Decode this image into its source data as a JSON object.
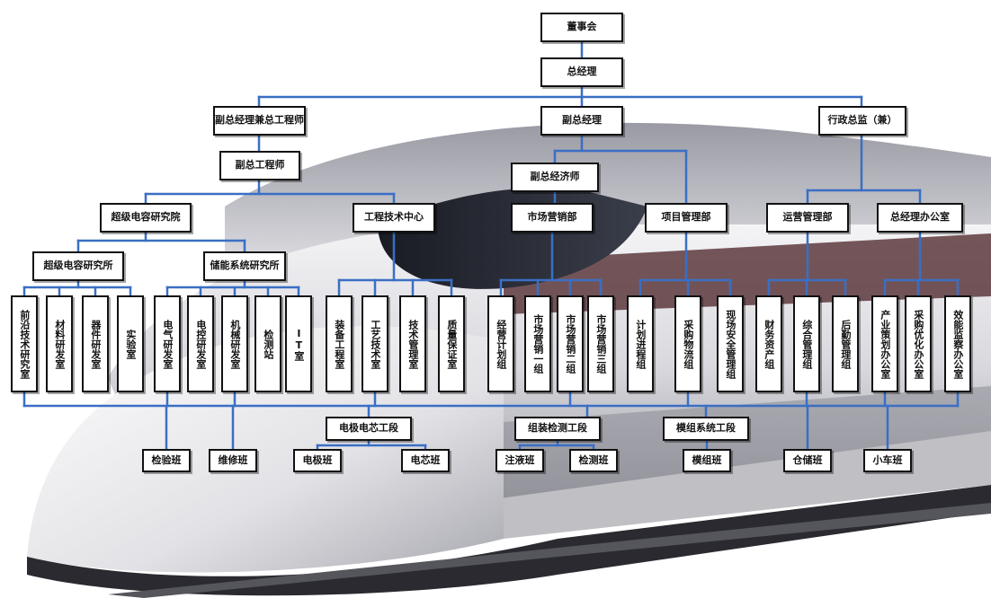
{
  "nodes": {
    "board": "董事会",
    "gm": "总经理",
    "vp_chief_engineer": "副总经理兼总工程师",
    "vp": "副总经理",
    "admin_director": "行政总监（兼）",
    "deputy_chief_engineer": "副总工程师",
    "deputy_chief_economist": "副总经济师",
    "supercap_institute": "超级电容研究院",
    "eng_tech_center": "工程技术中心",
    "marketing_dept": "市场营销部",
    "project_dept": "项目管理部",
    "ops_dept": "运营管理部",
    "gm_office": "总经理办公室",
    "supercap_lab": "超级电容研究所",
    "storage_lab": "储能系统研究所",
    "d1": "前沿技术研究室",
    "d2": "材料研发室",
    "d3": "器件研发室",
    "d4": "实验室",
    "d5": "电气研发室",
    "d6": "电控研发室",
    "d7": "机械研发室",
    "d8": "检测站",
    "d9": "IT室",
    "d10": "装备工程室",
    "d11": "工艺技术室",
    "d12": "技术管理室",
    "d13": "质量保证室",
    "d14": "经营计划组",
    "d15": "市场营销一组",
    "d16": "市场营销二组",
    "d17": "市场营销三组",
    "d18": "计划进程组",
    "d19": "采购物流组",
    "d20": "现场安全管理组",
    "d21": "财务资产组",
    "d22": "综合管理组",
    "d23": "后勤管理组",
    "d24": "产业策划办公室",
    "d25": "采购优化办公室",
    "d26": "效能监察办公室",
    "s1": "电极电芯工段",
    "s2": "组装检测工段",
    "s3": "模组系统工段",
    "t1": "检验班",
    "t2": "维修班",
    "t3": "电极班",
    "t4": "电芯班",
    "t5": "注液班",
    "t6": "检测班",
    "t7": "模组班",
    "t8": "仓储班",
    "t9": "小车班"
  }
}
